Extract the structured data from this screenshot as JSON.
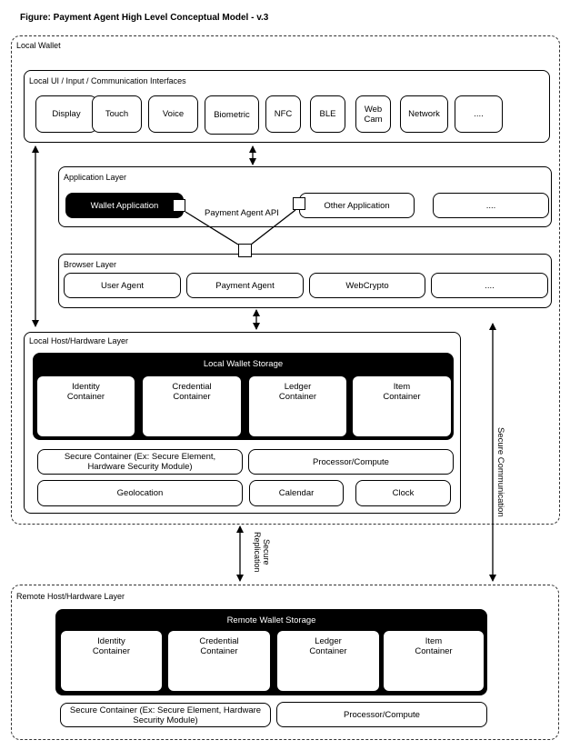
{
  "figure_title": "Figure: Payment Agent  High Level Conceptual Model - v.3",
  "local_wallet": {
    "label": "Local Wallet",
    "ui_layer": {
      "label": "Local UI  /  Input /   Communication Interfaces",
      "items": [
        "Display",
        "Touch",
        "Voice",
        "Biometric",
        "NFC",
        "BLE",
        "Web\nCam",
        "Network",
        "...."
      ]
    },
    "application_layer": {
      "label": "Application Layer",
      "wallet_app": "Wallet Application",
      "other_app": "Other Application",
      "more": "....",
      "api_label": "Payment Agent API"
    },
    "browser_layer": {
      "label": "Browser Layer",
      "items": [
        "User Agent",
        "Payment Agent",
        "WebCrypto",
        "...."
      ]
    },
    "host_layer": {
      "label": "Local Host/Hardware Layer",
      "storage": {
        "title": "Local Wallet Storage",
        "containers": [
          "Identity\nContainer",
          "Credential\nContainer",
          "Ledger\nContainer",
          "Item\nContainer"
        ]
      },
      "secure_container": "Secure Container (Ex: Secure Element,\nHardware Security Module)",
      "processor": "Processor/Compute",
      "geolocation": "Geolocation",
      "calendar": "Calendar",
      "clock": "Clock"
    }
  },
  "secure_replication": "Secure\nReplication",
  "secure_communication": "Secure Communication",
  "remote_host": {
    "label": "Remote Host/Hardware Layer",
    "storage": {
      "title": "Remote Wallet Storage",
      "containers": [
        "Identity\nContainer",
        "Credential\nContainer",
        "Ledger\nContainer",
        "Item\nContainer"
      ]
    },
    "secure_container": "Secure Container (Ex: Secure Element, Hardware\nSecurity Module)",
    "processor": "Processor/Compute"
  }
}
